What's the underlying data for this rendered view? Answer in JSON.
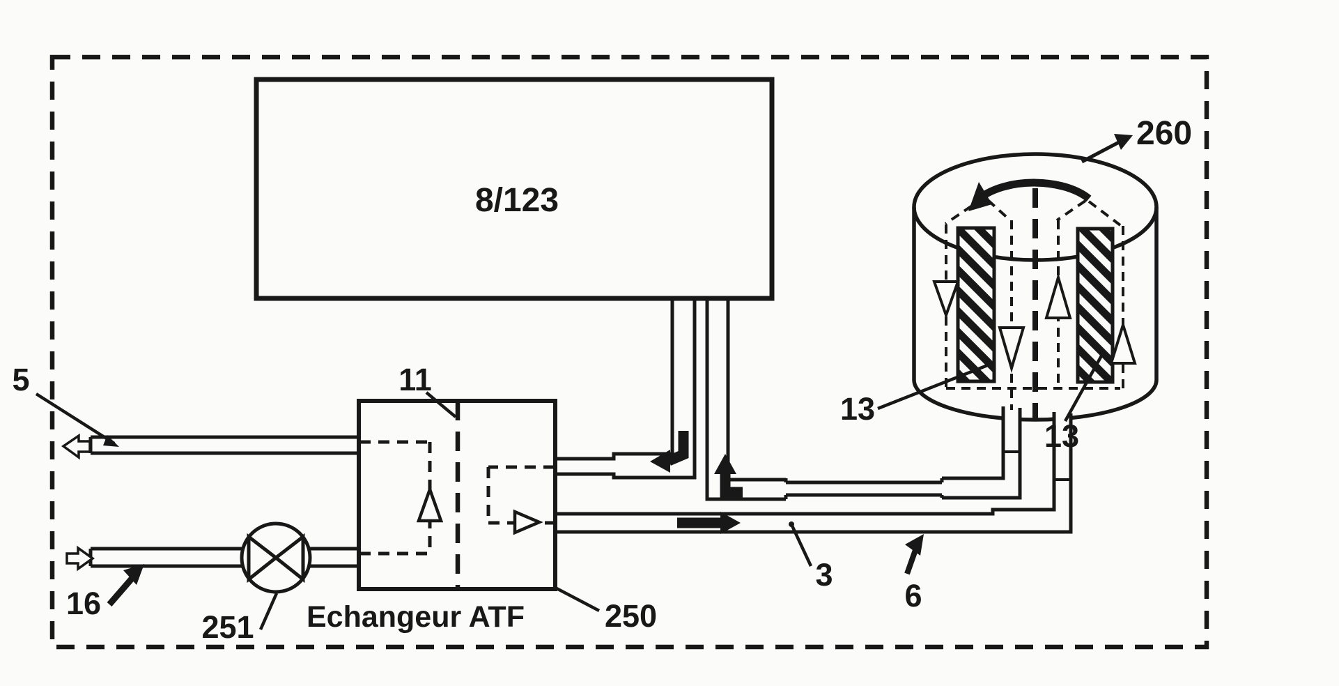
{
  "figure": {
    "background_color": "#fbfbf9",
    "ink_color": "#181818",
    "components": {
      "transmission": {
        "label": "8/123"
      },
      "exchanger": {
        "label": "Echangeur ATF"
      }
    },
    "references": {
      "outlet_pipe": "5",
      "exchanger_partition": "11",
      "inlet_pipe": "16",
      "valve": "251",
      "exchanger_body": "250",
      "electric_machine": "260",
      "magnet_left": "13",
      "magnet_right": "13",
      "supply_pipe": "3",
      "return_pipe": "6"
    }
  }
}
